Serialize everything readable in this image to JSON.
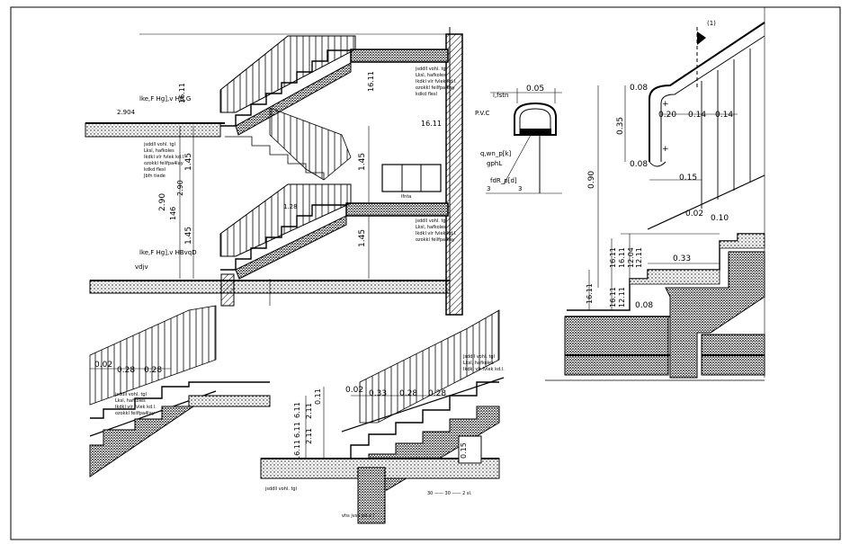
{
  "section": {
    "level_top": "2.904",
    "floor_ref_top": "lke,F Hg],v HB,G",
    "floor_ref_bottom": "lke,F Hg],v HBvqD",
    "floor_ref_ground": "vdjv",
    "h_total": "2.90",
    "h_upper": "1.45",
    "h_lower": "1.45",
    "h_right": "1.45",
    "h_right_lower": "1.45",
    "v_small": "16.11",
    "landing_text": "lfnta",
    "mid_label": "1.28",
    "upper_note_1": "16.11",
    "upper_note_2": "146",
    "upper_note_3": "2.90",
    "upper_note_4": "16.11",
    "spec_lines": [
      "jsddll vohl. tgl",
      "Lksl, hafkoles",
      "Ikdkl vlr fvlek kd.l.",
      "ozokkl feilfpa4lay",
      "kdkd flesl",
      "Jbfn tiede"
    ]
  },
  "rail_detail": {
    "top_dim": "0.05",
    "label_pvc": "P.V.C",
    "label_fstn": "i,fstn",
    "label_a": "q,wn_p[k]",
    "label_b": "gphL",
    "label_c": "fdR_p[d]",
    "label_d": "3",
    "label_e": "3"
  },
  "right_detail": {
    "ref": "(1)",
    "d_a": "0.08",
    "d_b": "0.20",
    "d_c": "0.14",
    "d_d": "0.14",
    "d_e": "0.35",
    "d_f": "0.08",
    "d_g": "0.15",
    "d_h": "0.90",
    "d_i": "0.02",
    "d_j": "0.10",
    "d_k": "16.11",
    "d_l": "12.04",
    "d_m": "16.11",
    "d_n": "12.11",
    "d_o": "0.33",
    "d_p": "16.11",
    "d_q": "12.11",
    "d_r": "16.11",
    "d_s": "0.08"
  },
  "left_detail": {
    "d_a": "0.02",
    "d_b": "0.28",
    "d_c": "0.28"
  },
  "middle_detail": {
    "d_a": "0.02",
    "d_b": "0.33",
    "d_c": "0.28",
    "d_d": "0.28",
    "v_a": "16.11",
    "v_b": "6.11",
    "v_c": "6.11",
    "v_d": "2.11",
    "v_e": "2.11",
    "v_f": "0.11",
    "v_g": "0.15",
    "bottom_dim": "30 ——  30 —— 2 sl.",
    "bottom_label": "jsddll vohl. tgl",
    "foot_label": "vhs jvsa pd a ("
  }
}
